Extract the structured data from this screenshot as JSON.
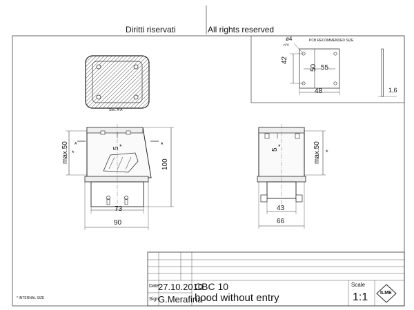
{
  "header": {
    "left": "Diritti riservati",
    "right": "All rights reserved"
  },
  "pcb": {
    "title": "PCB RECOMMENDED SIZE",
    "hole_dia": "ø4",
    "hole_count": "n°4",
    "dim_42": "42",
    "dim_50": "50",
    "dim_55": "55",
    "dim_48": "48",
    "dim_thickness": "1,6"
  },
  "section_label": "Sec. A-A",
  "front_view": {
    "section_a_left": "A",
    "section_a_right": "A",
    "dim_max50": "max.50",
    "dim_5": "5",
    "dim_100": "100",
    "dim_73": "73",
    "dim_90": "90",
    "asterisk_left": "*",
    "asterisk_inner": "*"
  },
  "side_view": {
    "dim_5": "5",
    "dim_max50": "max.50",
    "dim_43": "43",
    "dim_66": "66",
    "asterisk_inner": "*",
    "asterisk_right": "*"
  },
  "footnote": "* INTERNAL SIZE",
  "title_block": {
    "date_label": "Date",
    "date_value": "27.10.2010",
    "sign_label": "Sign",
    "sign_value": "G.Merafina",
    "code": "CBC 10",
    "description": "hood without entry",
    "scale_label": "Scale",
    "scale_value": "1:1",
    "logo_text": "ILME"
  }
}
